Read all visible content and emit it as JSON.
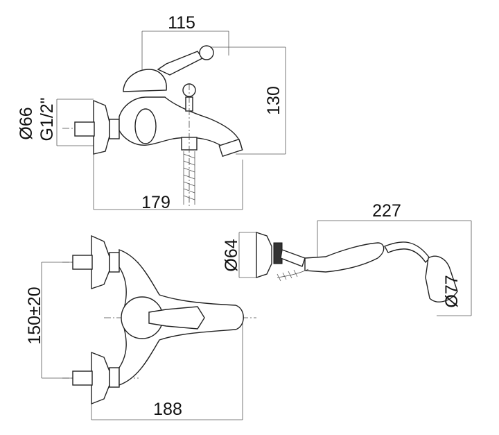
{
  "title": "Bath mixer technical drawing",
  "dimensions": {
    "top_width": "115",
    "top_height": "130",
    "flange_diameter": "Ø66",
    "connection_thread": "G1/2\"",
    "top_projection": "179",
    "hand_shower_length": "227",
    "holder_diameter": "Ø64",
    "center_distance": "150±20",
    "shower_head_diameter": "Ø77",
    "bottom_width": "188"
  }
}
